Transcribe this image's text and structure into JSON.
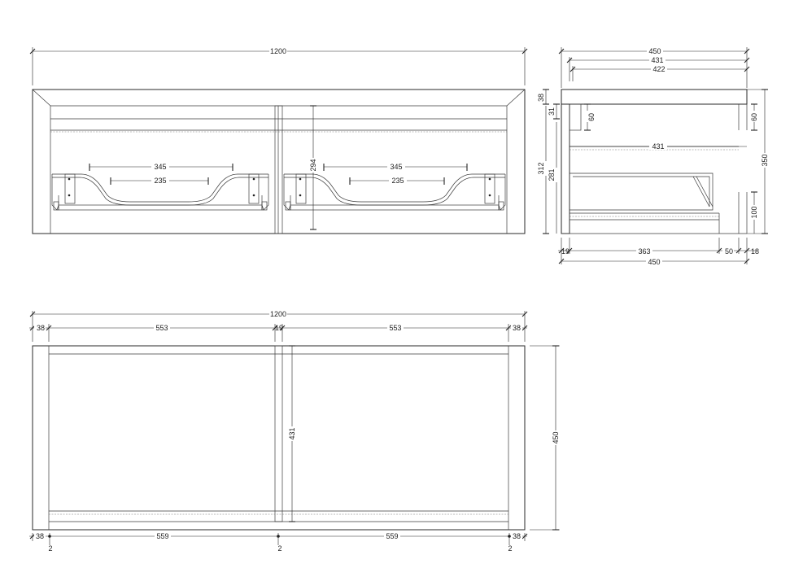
{
  "front_view": {
    "overall_width": "1200",
    "height": "294",
    "basin_outer_width": "345",
    "basin_inner_width": "235"
  },
  "side_view": {
    "depth_top": "450",
    "depth_mid": "431",
    "depth_inner": "422",
    "top_thickness": "38",
    "rail_offset": "31",
    "rail_height_left": "60",
    "rail_height_right": "60",
    "total_height_left": "312",
    "inner_height": "281",
    "drawer_depth": "431",
    "overall_height": "350",
    "back_height": "100",
    "bottom_segment_1": "19",
    "bottom_segment_2": "363",
    "bottom_segment_3": "50",
    "bottom_segment_4": "18",
    "bottom_overall": "450"
  },
  "plan_view": {
    "overall_width": "1200",
    "left_side": "38",
    "left_bay": "553",
    "divider": "19",
    "right_bay": "553",
    "right_side": "38",
    "inner_depth": "431",
    "overall_depth": "450",
    "bottom_left_side": "38",
    "bottom_left_bay": "559",
    "bottom_right_bay": "559",
    "bottom_right_side": "38",
    "gap_left": "2",
    "gap_center": "2",
    "gap_right": "2"
  }
}
